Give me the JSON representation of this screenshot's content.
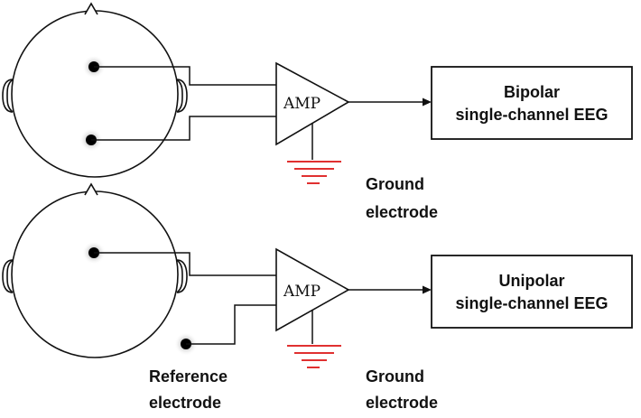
{
  "top": {
    "amp_label": "AMP",
    "box_line1": "Bipolar",
    "box_line2": "single-channel EEG",
    "ground_line1": "Ground",
    "ground_line2": "electrode"
  },
  "bottom": {
    "amp_label": "AMP",
    "box_line1": "Unipolar",
    "box_line2": "single-channel EEG",
    "ground_line1": "Ground",
    "ground_line2": "electrode",
    "reference_line1": "Reference",
    "reference_line2": "electrode"
  },
  "colors": {
    "line": "#111111",
    "ground": "#e03030",
    "electrode": "#000000",
    "electrode_halo": "#d8d8d8"
  }
}
